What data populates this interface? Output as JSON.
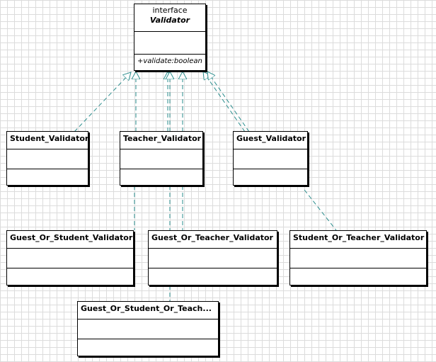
{
  "colors": {
    "relation": "#2a8c8c",
    "border": "#000000"
  },
  "interface": {
    "stereotype": "interface",
    "name": "Validator",
    "operation": "+validate:boolean"
  },
  "classes": {
    "student_validator": "Student_Validator",
    "teacher_validator": "Teacher_Validator",
    "guest_validator": "Guest_Validator",
    "guest_or_student_validator": "Guest_Or_Student_Validator",
    "guest_or_teacher_validator": "Guest_Or_Teacher_Validator",
    "student_or_teacher_validator": "Student_Or_Teacher_Validator",
    "guest_or_student_or_teacher_validator": "Guest_Or_Student_Or_Teach..."
  }
}
